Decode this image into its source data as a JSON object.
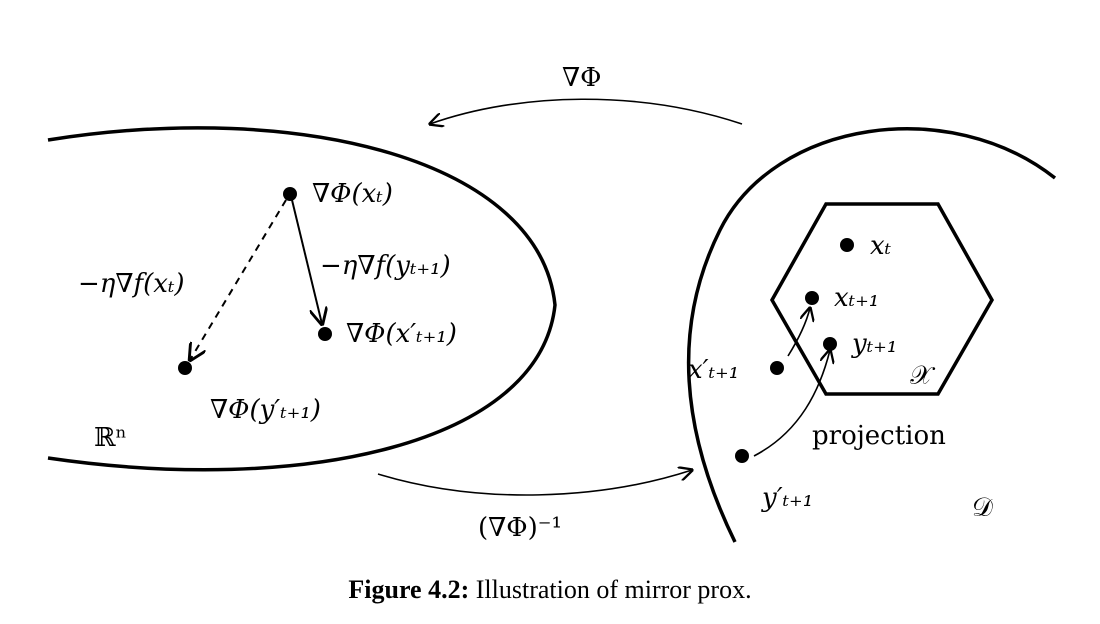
{
  "diagram": {
    "labels": {
      "grad_phi_top": "∇Φ",
      "inv_grad_phi_bottom": "(∇Φ)⁻¹",
      "grad_phi_xt": "∇Φ(xₜ)",
      "step_f_xt": "−η∇f(xₜ)",
      "step_f_yt1": "−η∇f(yₜ₊₁)",
      "grad_phi_xprime": "∇Φ(x′ₜ₊₁)",
      "grad_phi_yprime": "∇Φ(y′ₜ₊₁)",
      "space_rn": "ℝⁿ",
      "pt_xt": "xₜ",
      "pt_xt1": "xₜ₊₁",
      "pt_yt1": "yₜ₊₁",
      "pt_xprime": "x′ₜ₊₁",
      "pt_yprime": "y′ₜ₊₁",
      "set_x": "𝒳",
      "projection": "projection",
      "domain_d": "𝒟"
    }
  },
  "caption": {
    "label": "Figure 4.2:",
    "text": " Illustration of mirror prox."
  }
}
